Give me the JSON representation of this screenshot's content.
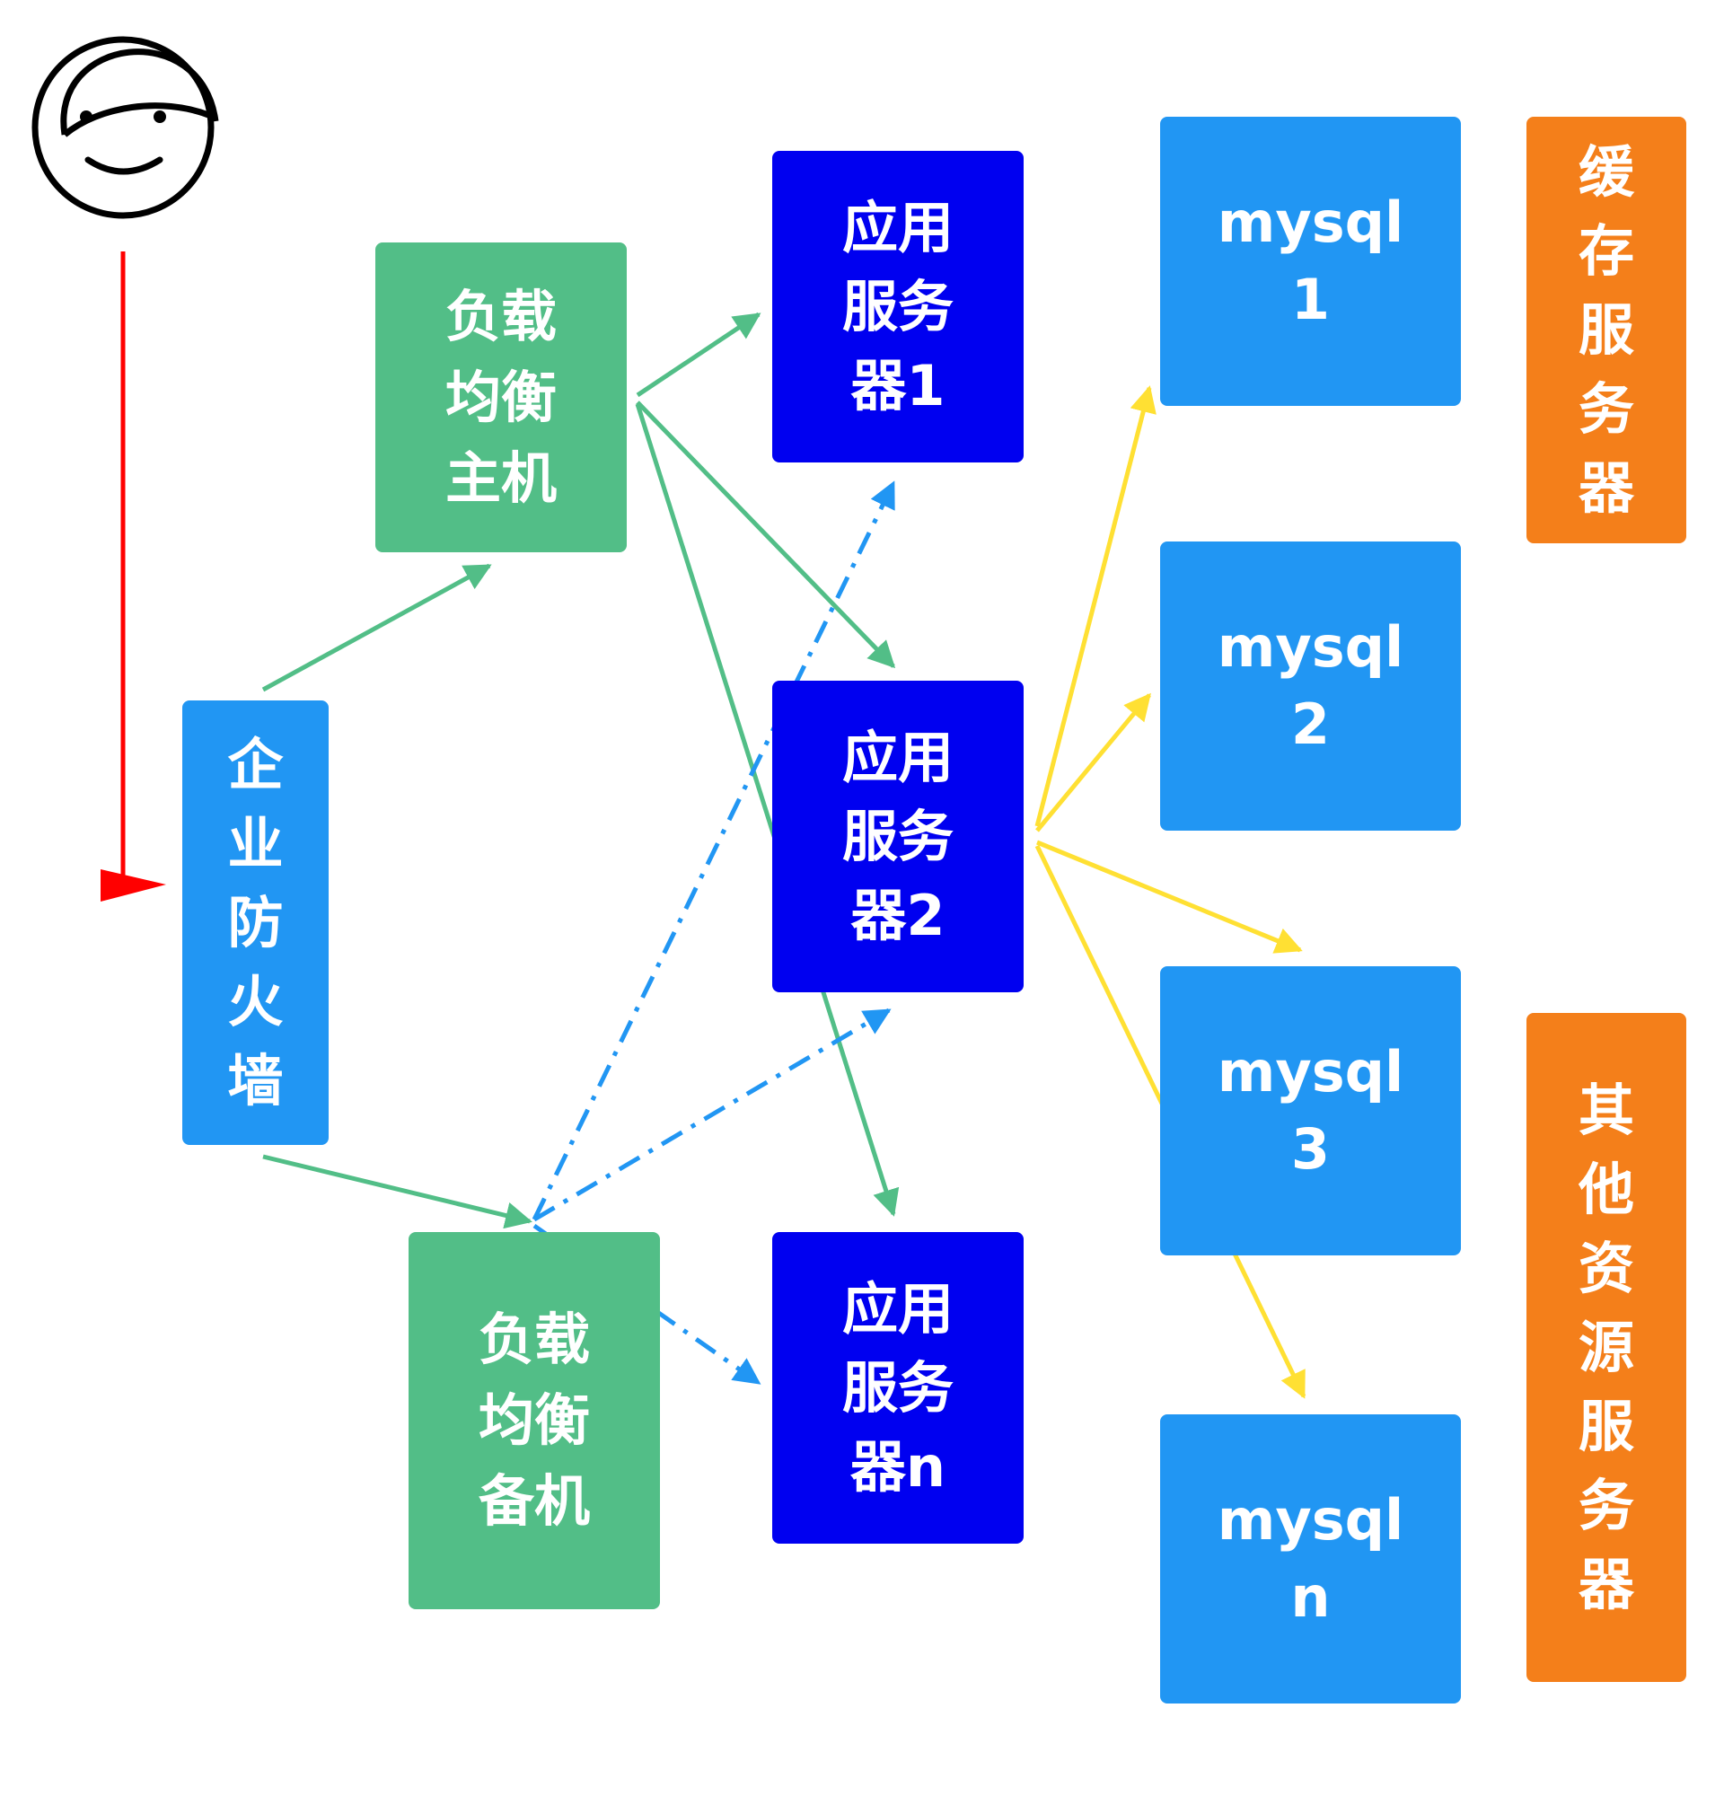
{
  "nodes": {
    "firewall": "企业防火墙",
    "lb_primary": "负载\n均衡\n主机",
    "lb_backup": "负载\n均衡\n备机",
    "app1": "应用\n服务\n器1",
    "app2": "应用\n服务\n器2",
    "appn": "应用\n服务\n器n",
    "mysql1": "mysql\n1",
    "mysql2": "mysql\n2",
    "mysql3": "mysql\n3",
    "mysqln": "mysql\nn",
    "cache": "缓存服务器",
    "other": "其他资源服务器"
  },
  "colors": {
    "user_flow": "#FF0000",
    "active_link": "#52BE87",
    "standby_link": "#2196F3",
    "db_link": "#FFE033",
    "load_balancer": "#52BE87",
    "firewall": "#2196F3",
    "app_server": "#0000F0",
    "database": "#2196F3",
    "resource_server": "#F47F1A"
  },
  "icons": {
    "user": "user-face-icon"
  }
}
